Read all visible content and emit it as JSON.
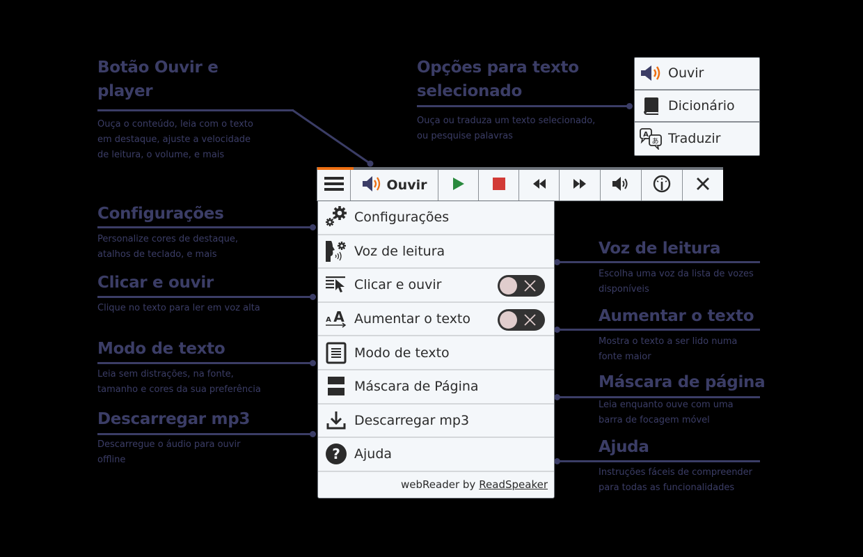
{
  "colors": {
    "annotation": "#3b3d66",
    "accent_orange": "#ee6f12",
    "play_green": "#2a8a3e",
    "stop_red": "#d23b36",
    "panel_bg": "#f4f7fa",
    "icon_dark": "#2b2b2b",
    "speaker_blue": "#3b3d66"
  },
  "annotations": {
    "player": {
      "title_line1": "Botão Ouvir e",
      "title_line2": "player",
      "desc_line1": "Ouça o conteúdo, leia com o texto",
      "desc_line2": "em destaque, ajuste a velocidade",
      "desc_line3": "de leitura, o volume, e mais"
    },
    "selected_text": {
      "title_line1": "Opções para texto",
      "title_line2": "selecionado",
      "desc_line1": "Ouça ou traduza um texto selecionado,",
      "desc_line2": "ou pesquise palavras"
    },
    "settings": {
      "title": "Configurações",
      "desc_line1": "Personalize cores de destaque,",
      "desc_line2": "atalhos de teclado, e mais"
    },
    "click_listen": {
      "title": "Clicar e ouvir",
      "desc_line1": "Clique no texto para ler em voz alta"
    },
    "text_mode": {
      "title": "Modo de texto",
      "desc_line1": "Leia sem distrações, na fonte,",
      "desc_line2": "tamanho e cores da sua preferência"
    },
    "download": {
      "title": "Descarregar mp3",
      "desc_line1": "Descarregue o áudio para ouvir",
      "desc_line2": "offline"
    },
    "voice": {
      "title": "Voz de leitura",
      "desc_line1": "Escolha uma voz da lista de vozes",
      "desc_line2": "disponíveis"
    },
    "enlarge": {
      "title": "Aumentar o texto",
      "desc_line1": "Mostra o texto a ser lido numa",
      "desc_line2": "fonte maior"
    },
    "page_mask": {
      "title": "Máscara de página",
      "desc_line1": "Leia enquanto ouve com uma",
      "desc_line2": "barra de focagem móvel"
    },
    "help": {
      "title": "Ajuda",
      "desc_line1": "Instruções fáceis de compreender",
      "desc_line2": "para todas as funcionalidades"
    }
  },
  "toolbar": {
    "progress_percent": 9,
    "buttons": [
      {
        "name": "menu",
        "icon": "hamburger-icon"
      },
      {
        "name": "listen",
        "icon": "speaker-icon",
        "label": "Ouvir"
      },
      {
        "name": "play",
        "icon": "play-icon"
      },
      {
        "name": "stop",
        "icon": "stop-icon"
      },
      {
        "name": "rewind",
        "icon": "rewind-icon"
      },
      {
        "name": "forward",
        "icon": "fast-forward-icon"
      },
      {
        "name": "volume",
        "icon": "volume-icon"
      },
      {
        "name": "speed",
        "icon": "speedometer-icon"
      },
      {
        "name": "close",
        "icon": "close-icon"
      }
    ]
  },
  "menu": {
    "items": [
      {
        "label": "Configurações",
        "icon": "gears-icon"
      },
      {
        "label": "Voz de leitura",
        "icon": "voice-settings-icon"
      },
      {
        "label": "Clicar e ouvir",
        "icon": "click-listen-icon",
        "toggle": "off"
      },
      {
        "label": "Aumentar o texto",
        "icon": "enlarge-text-icon",
        "toggle": "off"
      },
      {
        "label": "Modo de texto",
        "icon": "text-mode-icon"
      },
      {
        "label": "Máscara de Página",
        "icon": "page-mask-icon"
      },
      {
        "label": "Descarregar mp3",
        "icon": "download-icon"
      },
      {
        "label": "Ajuda",
        "icon": "help-icon"
      }
    ],
    "footer_prefix": "webReader by",
    "footer_link": "ReadSpeaker"
  },
  "selection_popup": {
    "items": [
      {
        "label": "Ouvir",
        "icon": "speaker-icon"
      },
      {
        "label": "Dicionário",
        "icon": "book-icon"
      },
      {
        "label": "Traduzir",
        "icon": "translate-icon"
      }
    ]
  }
}
